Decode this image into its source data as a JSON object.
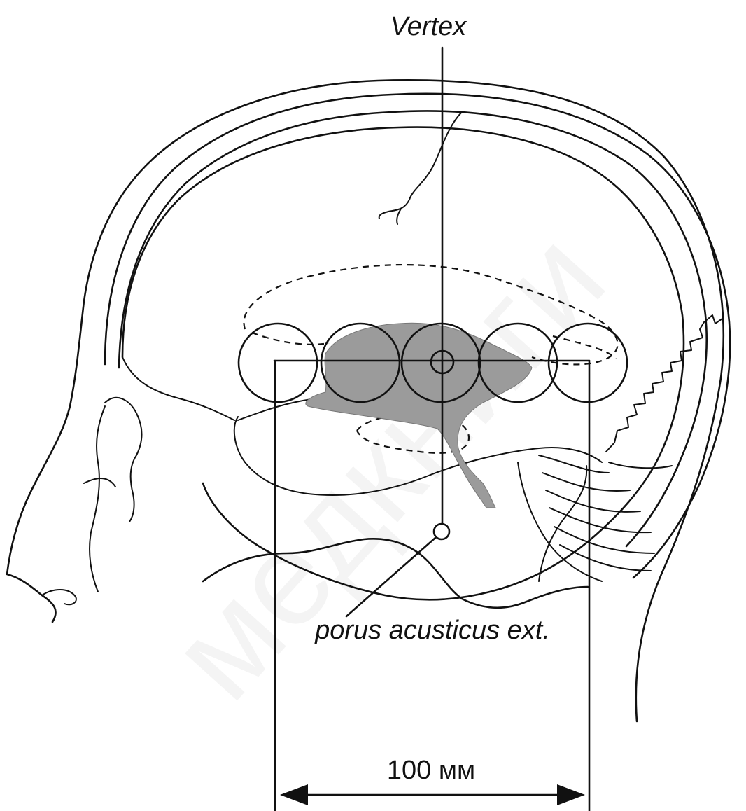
{
  "labels": {
    "top": "Vertex",
    "landmark": "porus acusticus ext.",
    "dimension": "100 мм"
  },
  "watermark": "медкниги",
  "colors": {
    "line": "#111111",
    "shaded": "#9b9b9b",
    "watermark": "#f4f4f4",
    "background": "#ffffff"
  },
  "electrode_circles": 5
}
